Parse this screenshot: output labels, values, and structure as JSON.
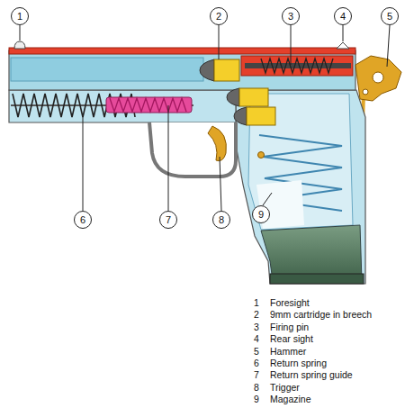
{
  "diagram": {
    "labels": [
      "1",
      "2",
      "3",
      "4",
      "5",
      "6",
      "7",
      "8",
      "9",
      "1",
      "Foresight",
      "2",
      "9mm cartridge in breech",
      "3",
      "Firing pin",
      "4",
      "Rear sight",
      "5",
      "Hammer",
      "6",
      "Return spring",
      "7",
      "Return spring guide",
      "8",
      "Trigger",
      "9",
      "Magazine"
    ]
  }
}
